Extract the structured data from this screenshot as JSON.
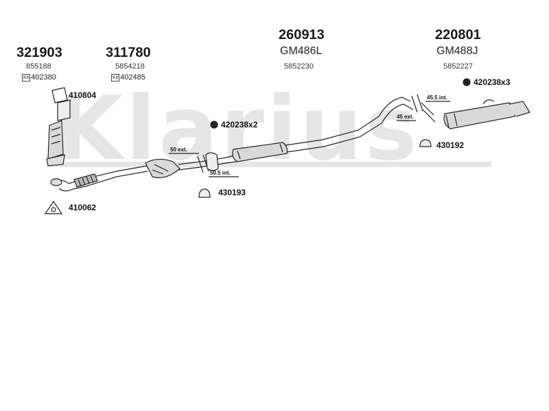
{
  "watermark": "Klarius",
  "parts": {
    "p321903": {
      "number": "321903",
      "oem": "855188",
      "kit_label": "Kit",
      "kit": "402380"
    },
    "p311780": {
      "number": "311780",
      "oem": "5854218",
      "kit_label": "Kit",
      "kit": "402485"
    },
    "p260913": {
      "number": "260913",
      "code": "GM486L",
      "oem": "5852230"
    },
    "p220801": {
      "number": "220801",
      "code": "GM488J",
      "oem": "5852227"
    }
  },
  "fittings": {
    "f410804": "410804",
    "f420238x2": "420238x2",
    "f420238x3": "420238x3",
    "f430192": "430192",
    "f430193": "430193",
    "f410062": "410062"
  },
  "dimensions": {
    "d50ext": "50 ext.",
    "d505int": "50.5 int.",
    "d455int": "45.5 int.",
    "d45ext": "45 ext."
  },
  "colors": {
    "ink": "#1a1a1a",
    "watermark": "#e6e6e6",
    "part_fill": "#d9d9d9"
  }
}
